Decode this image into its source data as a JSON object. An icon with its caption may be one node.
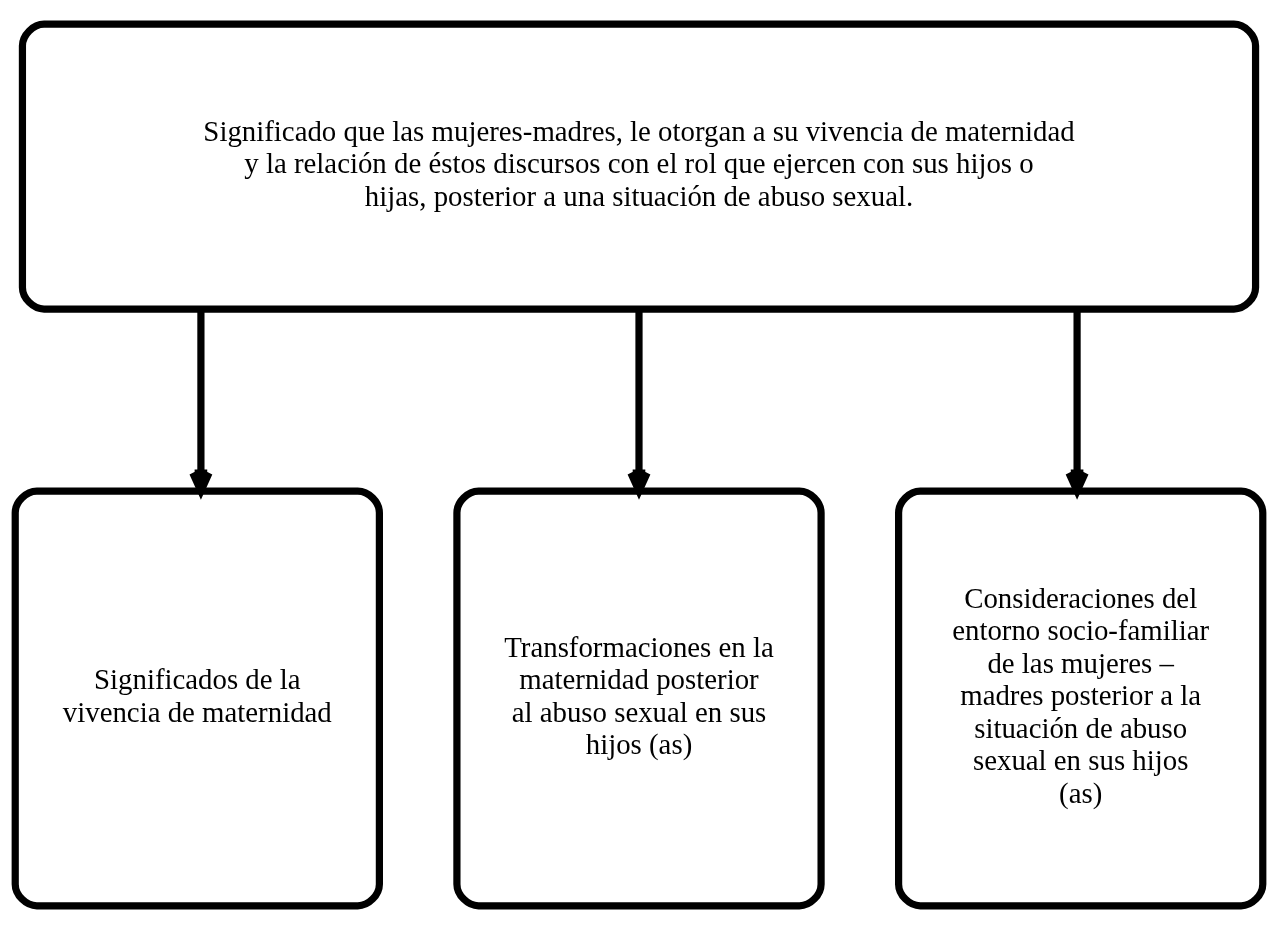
{
  "diagram": {
    "nodes": [
      {
        "text": [
          "Significado que las mujeres-madres, le otorgan a su vivencia de maternidad y la relación de éstos discursos con el rol que ejercen con sus hijos o hijas, posterior a una situación de abuso sexual."
        ]
      },
      {
        "text": [
          "Significados de la vivencia de maternidad"
        ]
      },
      {
        "text": [
          "Transformaciones en la maternidad posterior al abuso sexual en sus hijos (as)"
        ]
      },
      {
        "text": [
          "Consideraciones del entorno socio-familiar de las mujeres – madres posterior a la situación de abuso sexual en sus hijos (as)"
        ]
      }
    ],
    "edges": [
      {
        "from": 0,
        "to": 1,
        "arrow": "to"
      },
      {
        "from": 0,
        "to": 2,
        "arrow": "to"
      },
      {
        "from": 0,
        "to": 3,
        "arrow": "to"
      }
    ]
  }
}
